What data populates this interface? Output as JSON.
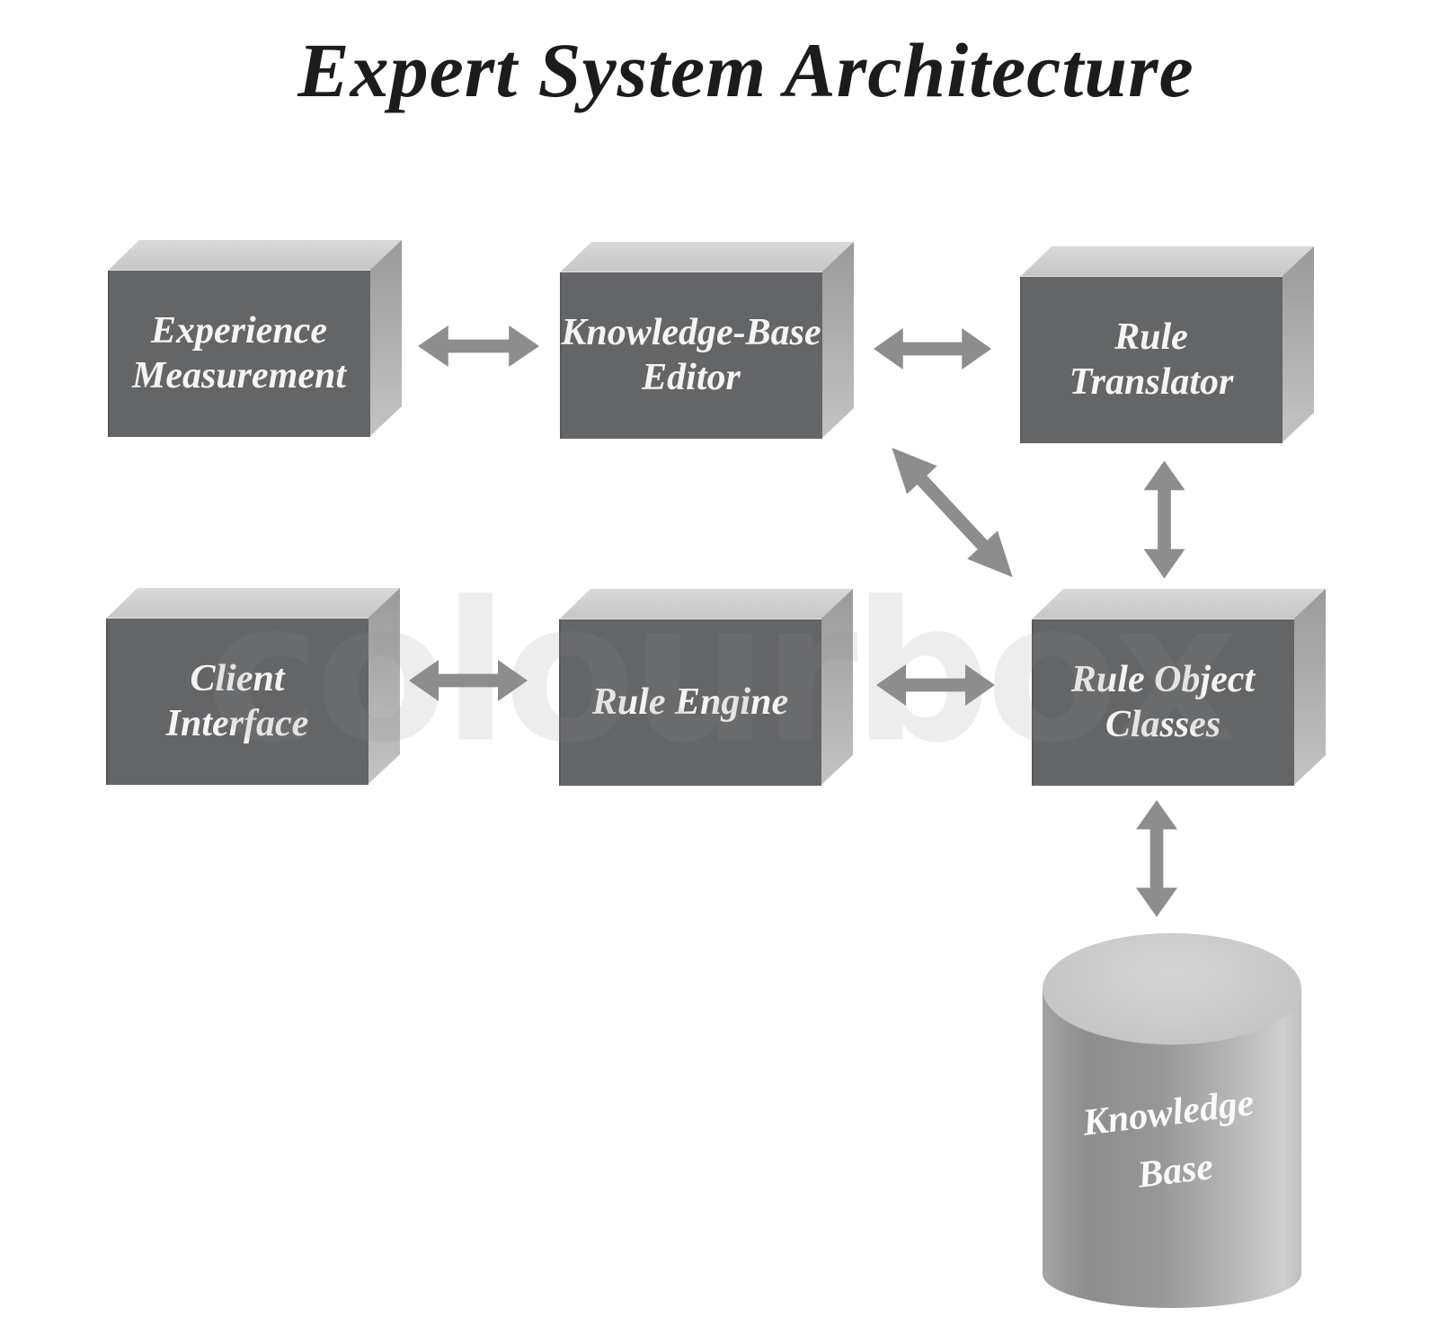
{
  "title": "Expert System Architecture",
  "watermark": "colourbox",
  "colors": {
    "background": "#ffffff",
    "title_text": "#1c1c1c",
    "box_front": "#646567",
    "box_top": "#cdcdcd",
    "box_side": "#a9a9a9",
    "cylinder_body": "#9e9e9e",
    "cylinder_top": "#c8c8c8",
    "arrow": "#8d8d8d",
    "node_text": "#f5f5f5"
  },
  "nodes": [
    {
      "id": "experience-measurement",
      "shape": "box",
      "label_lines": [
        "Experience",
        "Measurement"
      ]
    },
    {
      "id": "knowledge-base-editor",
      "shape": "box",
      "label_lines": [
        "Knowledge-Base",
        "Editor"
      ]
    },
    {
      "id": "rule-translator",
      "shape": "box",
      "label_lines": [
        "Rule",
        "Translator"
      ]
    },
    {
      "id": "client-interface",
      "shape": "box",
      "label_lines": [
        "Client",
        "Interface"
      ]
    },
    {
      "id": "rule-engine",
      "shape": "box",
      "label_lines": [
        "Rule Engine"
      ]
    },
    {
      "id": "rule-object-classes",
      "shape": "box",
      "label_lines": [
        "Rule Object",
        "Classes"
      ]
    },
    {
      "id": "knowledge-base",
      "shape": "cylinder",
      "label_lines": [
        "Knowledge",
        "Base"
      ]
    }
  ],
  "edges": [
    {
      "from": "experience-measurement",
      "to": "knowledge-base-editor",
      "type": "bidirectional",
      "orientation": "horizontal"
    },
    {
      "from": "knowledge-base-editor",
      "to": "rule-translator",
      "type": "bidirectional",
      "orientation": "horizontal"
    },
    {
      "from": "knowledge-base-editor",
      "to": "rule-object-classes",
      "type": "bidirectional",
      "orientation": "diagonal"
    },
    {
      "from": "rule-translator",
      "to": "rule-object-classes",
      "type": "bidirectional",
      "orientation": "vertical"
    },
    {
      "from": "client-interface",
      "to": "rule-engine",
      "type": "bidirectional",
      "orientation": "horizontal"
    },
    {
      "from": "rule-engine",
      "to": "rule-object-classes",
      "type": "bidirectional",
      "orientation": "horizontal"
    },
    {
      "from": "rule-object-classes",
      "to": "knowledge-base",
      "type": "bidirectional",
      "orientation": "vertical"
    }
  ]
}
